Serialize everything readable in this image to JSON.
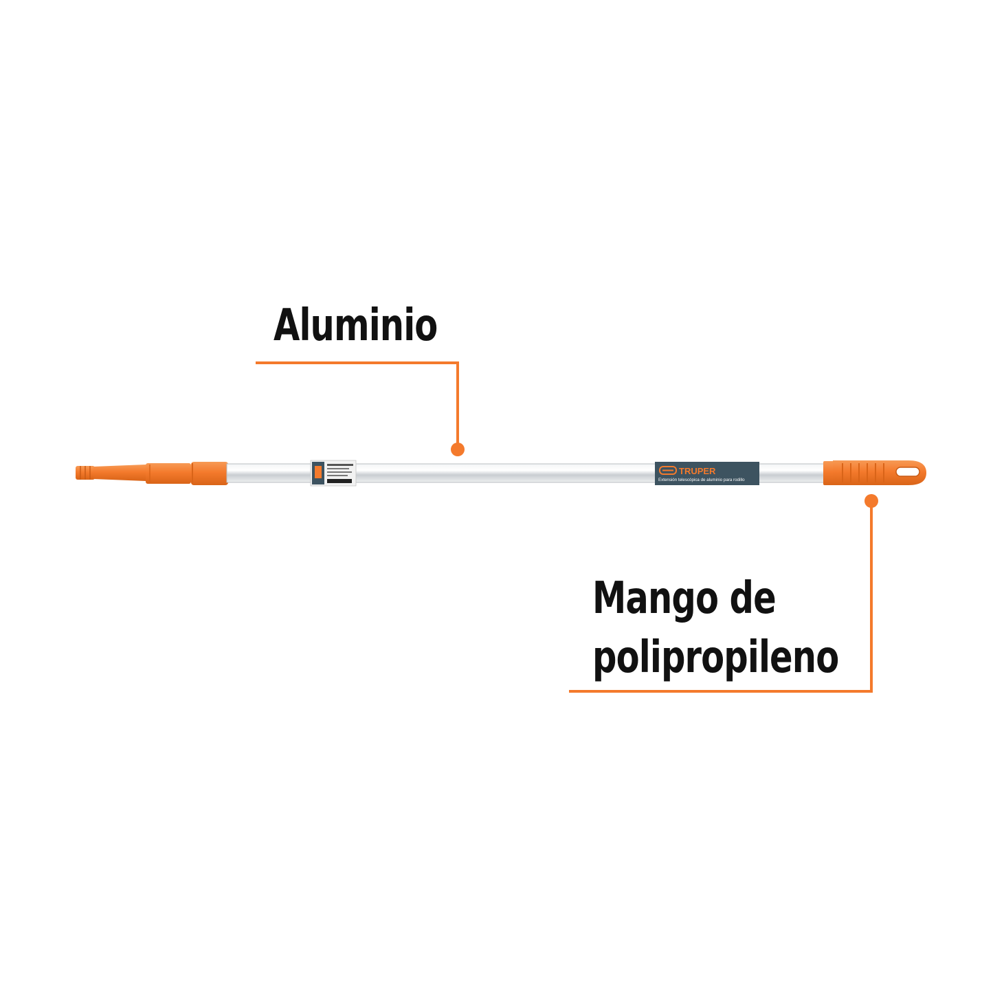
{
  "callouts": {
    "aluminio": "Aluminio",
    "mango_line1": "Mango de",
    "mango_line2": "polipropileno"
  },
  "product": {
    "brand": "TRUPER",
    "band_text": "Extensión telescópica de aluminio para rodillo"
  },
  "colors": {
    "accent": "#F47A2C",
    "band": "#3D5360",
    "aluminum": "#D9DCDF",
    "text": "#111111"
  }
}
